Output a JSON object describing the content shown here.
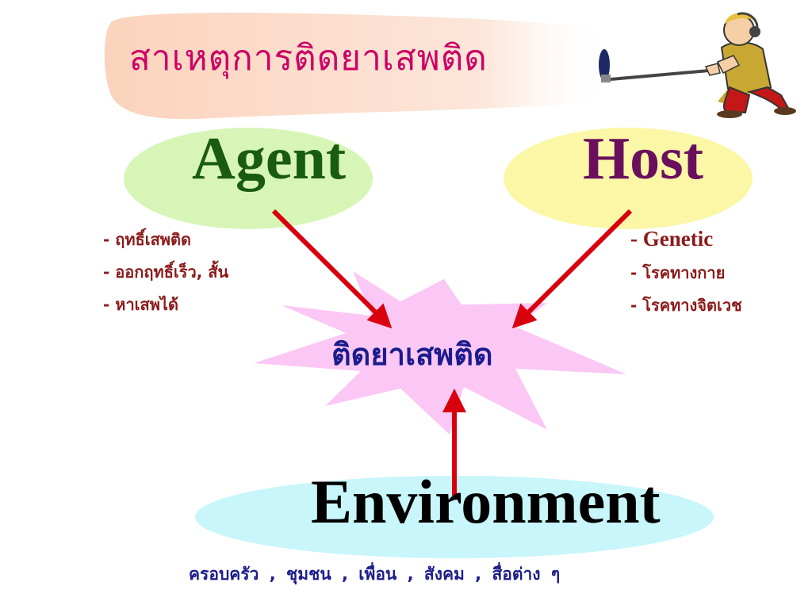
{
  "title": "สาเหตุการติดยาเสพติด",
  "agent": {
    "label": "Agent",
    "items": [
      "- ฤทธิ์เสพติด",
      "- ออกฤทธิ์เร็ว, สั้น",
      "- หาเสพได้"
    ]
  },
  "host": {
    "label": "Host",
    "genetic": "- Genetic",
    "items": [
      "- โรคทางกาย",
      "- โรคทางจิตเวช"
    ]
  },
  "center": {
    "label": "ติดยาเสพติด"
  },
  "environment": {
    "label": "Environment",
    "factors": "ครอบครัว   ,  ชุมชน  ,  เพื่อน  ,  สังคม  ,   สื่อต่าง  ๆ"
  },
  "colors": {
    "title": "#cc0066",
    "agent_ellipse": "#d8f5b8",
    "host_ellipse": "#fbf7a6",
    "environment_ellipse": "#c8f6fa",
    "burst": "#fbc8f6",
    "arrows": "#d9000d",
    "banner": "#fbd3bd"
  },
  "icons": {
    "corner_figure": "man-with-metal-detector-icon"
  }
}
